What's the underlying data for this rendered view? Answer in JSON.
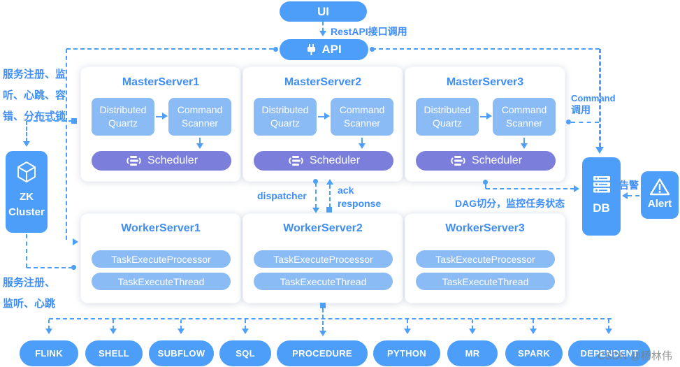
{
  "diagram": {
    "ui": {
      "label": "UI"
    },
    "api": {
      "label": "API"
    },
    "zk": {
      "line1": "ZK",
      "line2": "Cluster"
    },
    "db": {
      "label": "DB"
    },
    "alert": {
      "label": "Alert"
    },
    "labels": {
      "rest_api": "RestAPI接口调用",
      "zk_master": [
        "服务注册、监",
        "听、心跳、容",
        "错、分布式锁"
      ],
      "zk_worker": [
        "服务注册、",
        "监听、心跳"
      ],
      "dispatcher": "dispatcher",
      "ack": [
        "ack",
        "response"
      ],
      "dag": "DAG切分，监控任务状态",
      "command": [
        "Command",
        "调用"
      ],
      "alarm": "告警"
    },
    "masters": [
      {
        "title": "MasterServer1",
        "quartz1": "Distributed",
        "quartz2": "Quartz",
        "scan1": "Command",
        "scan2": "Scanner",
        "scheduler": "Scheduler"
      },
      {
        "title": "MasterServer2",
        "quartz1": "Distributed",
        "quartz2": "Quartz",
        "scan1": "Command",
        "scan2": "Scanner",
        "scheduler": "Scheduler"
      },
      {
        "title": "MasterServer3",
        "quartz1": "Distributed",
        "quartz2": "Quartz",
        "scan1": "Command",
        "scan2": "Scanner",
        "scheduler": "Scheduler"
      }
    ],
    "workers": [
      {
        "title": "WorkerServer1",
        "processor": "TaskExecuteProcessor",
        "thread": "TaskExecuteThread"
      },
      {
        "title": "WorkerServer2",
        "processor": "TaskExecuteProcessor",
        "thread": "TaskExecuteThread"
      },
      {
        "title": "WorkerServer3",
        "processor": "TaskExecuteProcessor",
        "thread": "TaskExecuteThread"
      }
    ],
    "tasks": [
      "FLINK",
      "SHELL",
      "SUBFLOW",
      "SQL",
      "PROCEDURE",
      "PYTHON",
      "MR",
      "SPARK",
      "DEPENDENT"
    ],
    "watermark": "CSDN @杨林伟",
    "colors": {
      "primary": "#4C9EF8",
      "light_box": "#8BBBF4",
      "scheduler_purple": "#7B7FDB",
      "label_blue": "#3E8EF7",
      "dash_line": "#4D9FF7",
      "watermark_gray": "#7D7D7D"
    }
  }
}
